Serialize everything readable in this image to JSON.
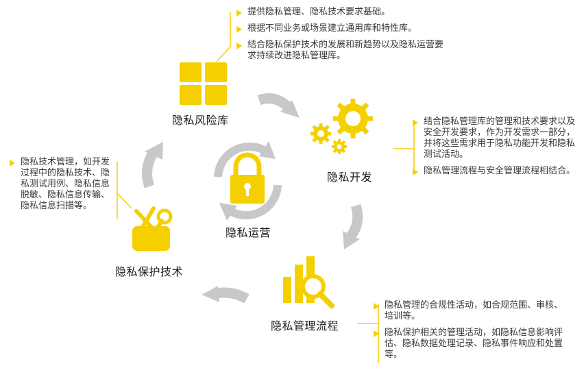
{
  "colors": {
    "accent": "#f5d000",
    "arrow": "#c8c8c8",
    "text": "#333333"
  },
  "center": {
    "label": "隐私运营",
    "icon": "lock-icon"
  },
  "nodes": {
    "risk_library": {
      "label": "隐私风险库",
      "icon": "grid-icon",
      "bullets": [
        "提供隐私管理、隐私技术要求基础。",
        "根据不同业务或场景建立通用库和特性库。",
        "结合隐私保护技术的发展和新趋势以及隐私运营要求持续改进隐私管理库。"
      ]
    },
    "development": {
      "label": "隐私开发",
      "icon": "gears-icon",
      "bullets": [
        "结合隐私管理库的管理和技术要求以及安全开发要求，作为开发需求一部分，并将这些需求用于隐私功能开发和隐私测试活动。",
        "隐私管理流程与安全管理流程相结合。"
      ]
    },
    "process": {
      "label": "隐私管理流程",
      "icon": "bar-chart-magnifier-icon",
      "bullets": [
        "隐私管理的合规性活动，如合规范围、审核、培训等。",
        "隐私保护相关的管理活动，如隐私信息影响评估、隐私数据处理记录、隐私事件响应和处置等。"
      ]
    },
    "protection_tech": {
      "label": "隐私保护技术",
      "icon": "toolbox-icon",
      "bullets": [
        "隐私技术管理，如开发过程中的隐私技术、隐私测试用例、隐私信息脱敏、隐私信息传输、隐私信息扫描等。"
      ]
    }
  }
}
